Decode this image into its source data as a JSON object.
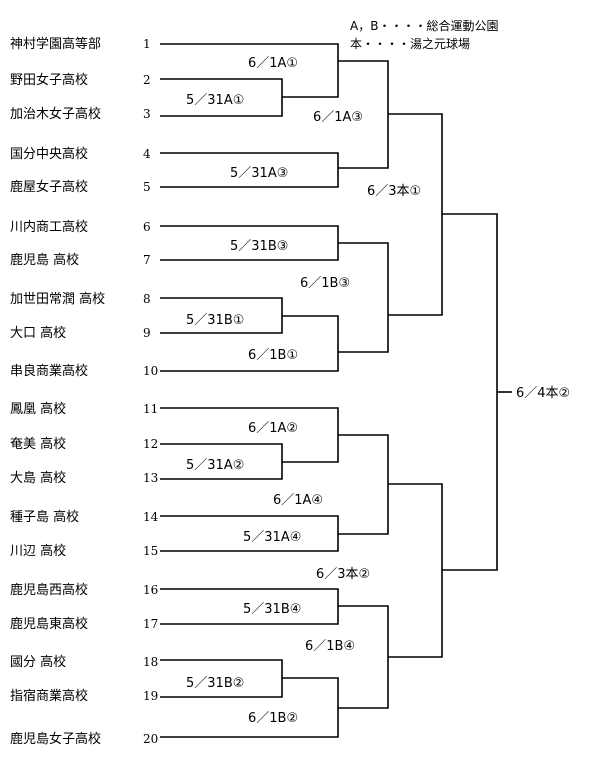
{
  "legend": {
    "line1": "A，B・・・・総合運動公園",
    "line2": "本・・・・湯之元球場"
  },
  "teams": [
    {
      "name": "神村学園高等部",
      "seed": "1"
    },
    {
      "name": "野田女子高校",
      "seed": "2"
    },
    {
      "name": "加治木女子高校",
      "seed": "3"
    },
    {
      "name": "国分中央高校",
      "seed": "4"
    },
    {
      "name": "鹿屋女子高校",
      "seed": "5"
    },
    {
      "name": "川内商工高校",
      "seed": "6"
    },
    {
      "name": "鹿児島 高校",
      "seed": "7"
    },
    {
      "name": "加世田常潤 高校",
      "seed": "8"
    },
    {
      "name": "大口 高校",
      "seed": "9"
    },
    {
      "name": "串良商業高校",
      "seed": "10"
    },
    {
      "name": "鳳凰 高校",
      "seed": "11"
    },
    {
      "name": "奄美 高校",
      "seed": "12"
    },
    {
      "name": "大島 高校",
      "seed": "13"
    },
    {
      "name": "種子島 高校",
      "seed": "14"
    },
    {
      "name": "川辺 高校",
      "seed": "15"
    },
    {
      "name": "鹿児島西高校",
      "seed": "16"
    },
    {
      "name": "鹿児島東高校",
      "seed": "17"
    },
    {
      "name": "國分 高校",
      "seed": "18"
    },
    {
      "name": "指宿商業高校",
      "seed": "19"
    },
    {
      "name": "鹿児島女子高校",
      "seed": "20"
    }
  ],
  "matches": {
    "m_2_3": "5／31A①",
    "m_1_w23": "6／1A①",
    "m_4_5": "5／31A③",
    "qf_top": "6／1A③",
    "m_6_7": "5／31B③",
    "m_8_9": "5／31B①",
    "m_10_w89": "6／1B①",
    "qf_b": "6／1B③",
    "sf_top": "6／3本①",
    "m_12_13": "5／31A②",
    "m_11_w1213": "6／1A②",
    "m_14_15": "5／31A④",
    "qf_a4": "6／1A④",
    "m_16_17": "5／31B④",
    "m_18_19": "5／31B②",
    "m_20_w1819": "6／1B②",
    "qf_b4": "6／1B④",
    "sf_bottom": "6／3本②",
    "final": "6／4本②"
  }
}
